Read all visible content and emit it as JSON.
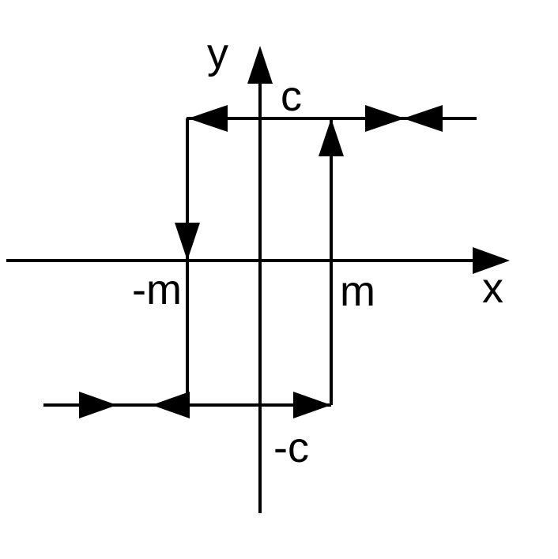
{
  "diagram": {
    "labels": {
      "y_axis": "y",
      "x_axis": "x",
      "top_level": "c",
      "bottom_level": "-c",
      "left_threshold": "-m",
      "right_threshold": "m"
    },
    "colors": {
      "stroke": "#000000",
      "background": "#ffffff"
    }
  }
}
